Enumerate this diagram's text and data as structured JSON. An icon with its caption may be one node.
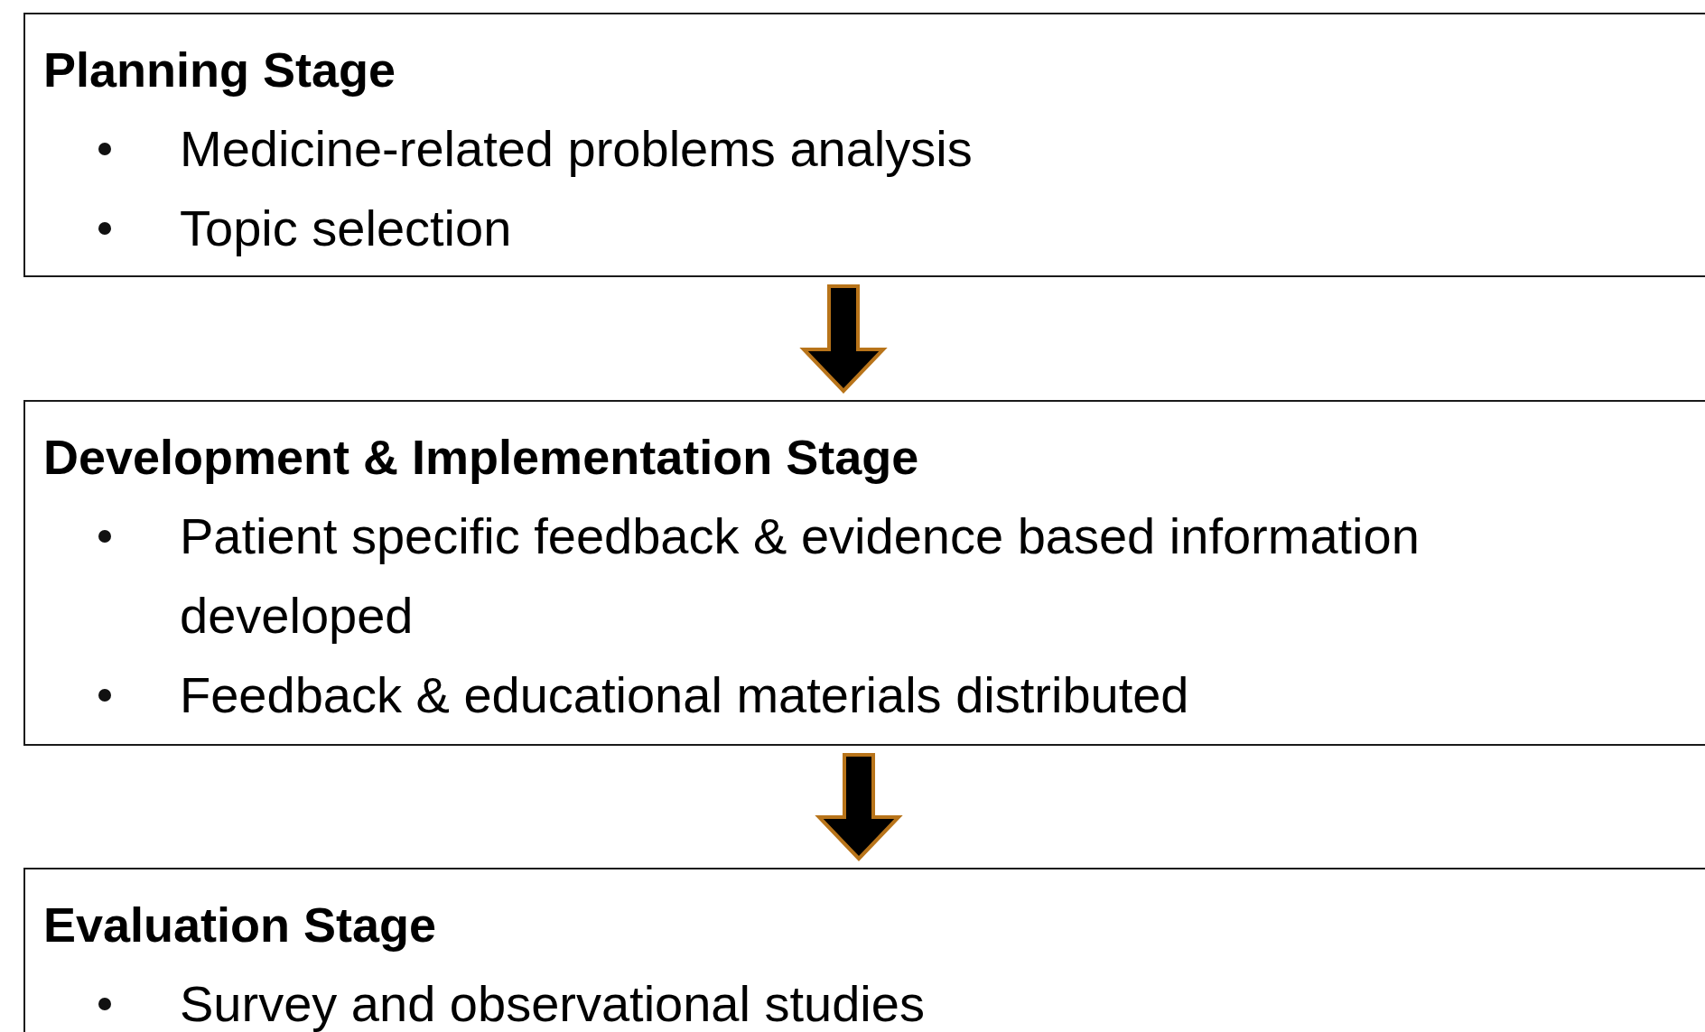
{
  "diagram": {
    "nodes": [
      {
        "text": [
          "Planning Stage",
          "Medicine-related problems analysis",
          "Topic selection"
        ]
      },
      {
        "text": [
          "Development & Implementation Stage",
          "Patient specific feedback & evidence based information developed",
          "Feedback & educational materials distributed"
        ]
      },
      {
        "text": [
          "Evaluation Stage",
          "Survey and observational studies"
        ]
      }
    ],
    "edges": [
      {
        "from": 0,
        "to": 1,
        "arrow": "to"
      },
      {
        "from": 1,
        "to": 2,
        "arrow": "to"
      }
    ]
  }
}
